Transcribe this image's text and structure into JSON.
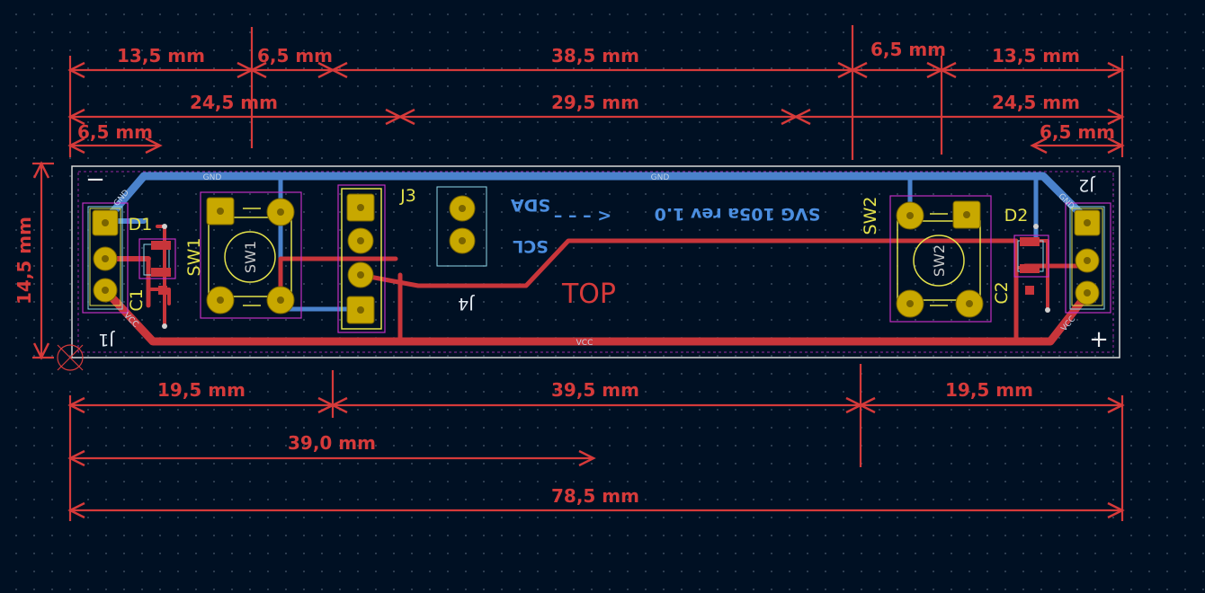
{
  "dimensions": {
    "row1": [
      "13,5 mm",
      "6,5 mm",
      "38,5 mm",
      "6,5 mm",
      "13,5 mm"
    ],
    "row2": [
      "24,5 mm",
      "29,5 mm",
      "24,5 mm"
    ],
    "row3": [
      "6,5 mm",
      "6,5 mm"
    ],
    "height": "14,5 mm",
    "bottom1": [
      "19,5 mm",
      "39,5 mm",
      "19,5 mm"
    ],
    "bottom2": "39,0 mm",
    "total": "78,5 mm"
  },
  "references": {
    "d1": "D1",
    "d2": "D2",
    "c1": "C1",
    "c2": "C2",
    "sw1": "SW1",
    "sw2": "SW2",
    "j1": "J1",
    "j2": "J2",
    "j3": "J3",
    "j4": "J4"
  },
  "back_silk": {
    "sda": "SDA",
    "scl": "SCL",
    "arrow": "– – – >",
    "title": "SVG 105a rev 1.0"
  },
  "front_text": {
    "top": "TOP",
    "minus": "−",
    "plus": "+"
  },
  "nets": {
    "gnd": "GND",
    "vcc": "VCC"
  },
  "colors": {
    "background": "#001023",
    "front_copper": "#c8353a",
    "back_copper": "#4a82cc",
    "dimension": "#d63a3a",
    "silkscreen": "#e4e24a",
    "pad": "#c8a800",
    "courtyard": "#c030c0",
    "fab": "#8fd8e8"
  }
}
